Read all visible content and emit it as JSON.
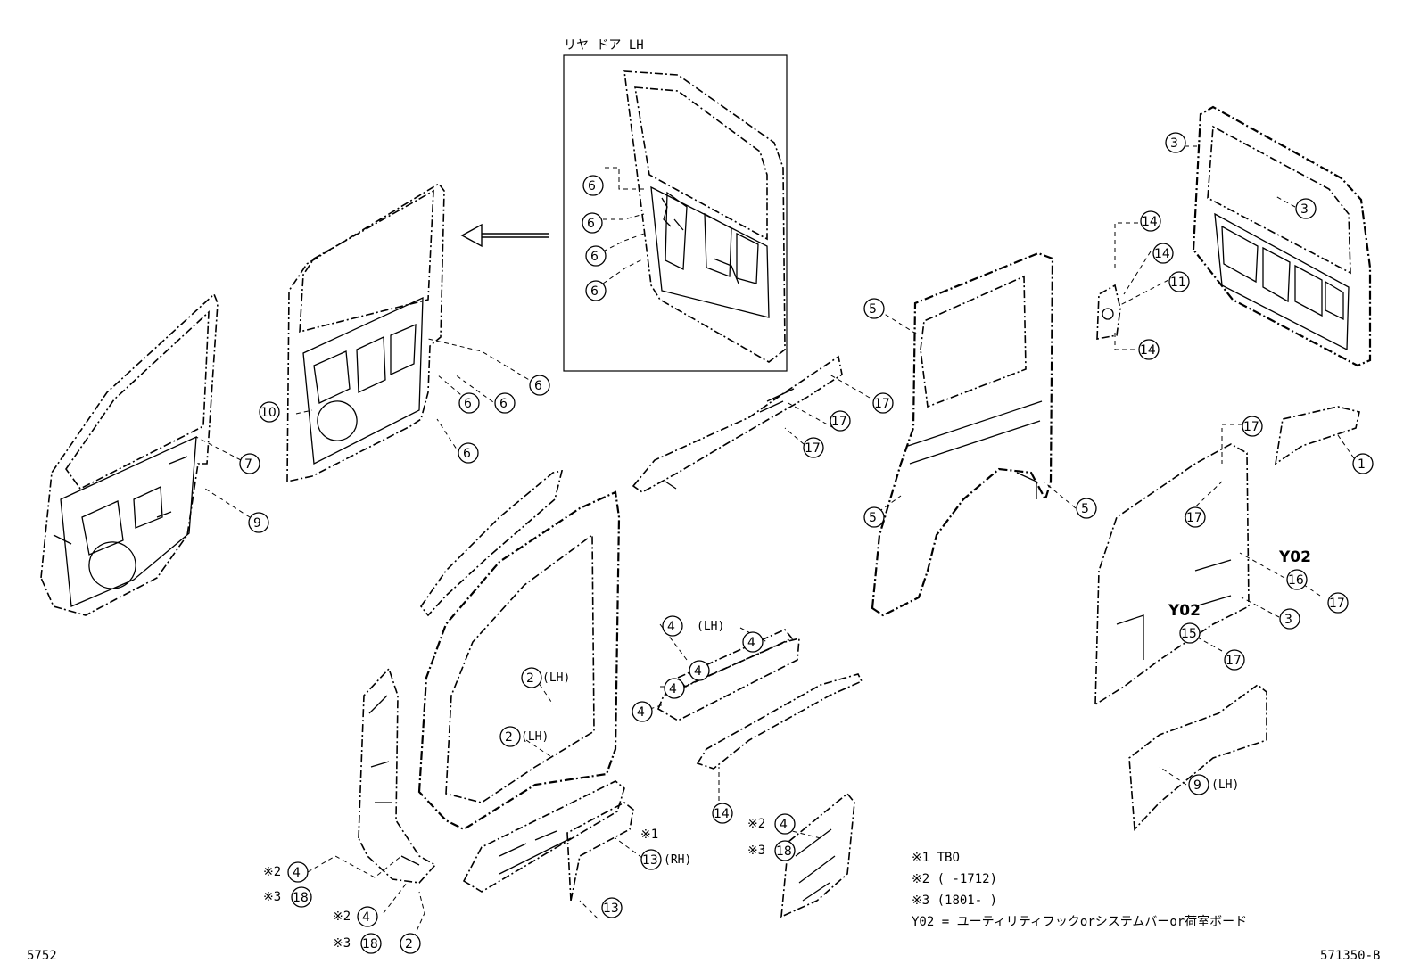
{
  "figure": {
    "id_left": "5752",
    "id_right": "571350-B",
    "inset_title": "リヤ ドア LH"
  },
  "legend": [
    "※1 TBO",
    "※2 (     -1712)",
    "※3 (1801-     )",
    "Y02 = ユーティリティフックorシステムバーor荷室ボード"
  ],
  "callouts": [
    {
      "n": "①",
      "suffix": ""
    },
    {
      "n": "②",
      "suffix": "(LH)"
    },
    {
      "n": "③",
      "suffix": ""
    },
    {
      "n": "④",
      "suffix": "(LH)"
    },
    {
      "n": "⑤",
      "suffix": ""
    },
    {
      "n": "⑥",
      "suffix": ""
    },
    {
      "n": "⑦",
      "suffix": ""
    },
    {
      "n": "⑨",
      "suffix": "(LH)"
    },
    {
      "n": "⑩",
      "suffix": ""
    },
    {
      "n": "⑪",
      "suffix": ""
    },
    {
      "n": "⑬",
      "suffix": "(RH)"
    },
    {
      "n": "⑭",
      "suffix": ""
    },
    {
      "n": "⑮",
      "suffix": ""
    },
    {
      "n": "⑯",
      "suffix": ""
    },
    {
      "n": "⑰",
      "suffix": ""
    },
    {
      "n": "⑱",
      "suffix": ""
    }
  ],
  "marks": {
    "note1": "※1",
    "note2": "※2",
    "note3": "※3",
    "y02": "Y02"
  }
}
